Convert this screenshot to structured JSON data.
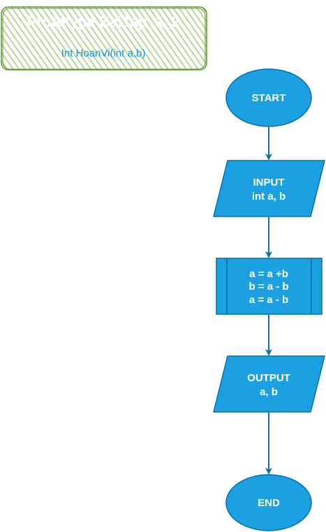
{
  "prototype_note": {
    "title": "Prototype BaiTap_1_2",
    "signature": "Int HoanVi(int a,b)"
  },
  "flowchart": {
    "start": {
      "label": "START"
    },
    "input": {
      "lines": [
        "INPUT",
        "int a, b"
      ]
    },
    "process": {
      "lines": [
        "a = a +b",
        "b = a - b",
        "a = a - b"
      ]
    },
    "output": {
      "lines": [
        "OUTPUT",
        "a, b"
      ]
    },
    "end": {
      "label": "END"
    }
  },
  "colors": {
    "node_fill": "#1ba1e2",
    "node_stroke": "#006eaf",
    "arrow": "#10739e",
    "note_fill": "#c8e6a8",
    "note_stroke": "#5a9a2a",
    "note_text": "#1a90d8"
  }
}
